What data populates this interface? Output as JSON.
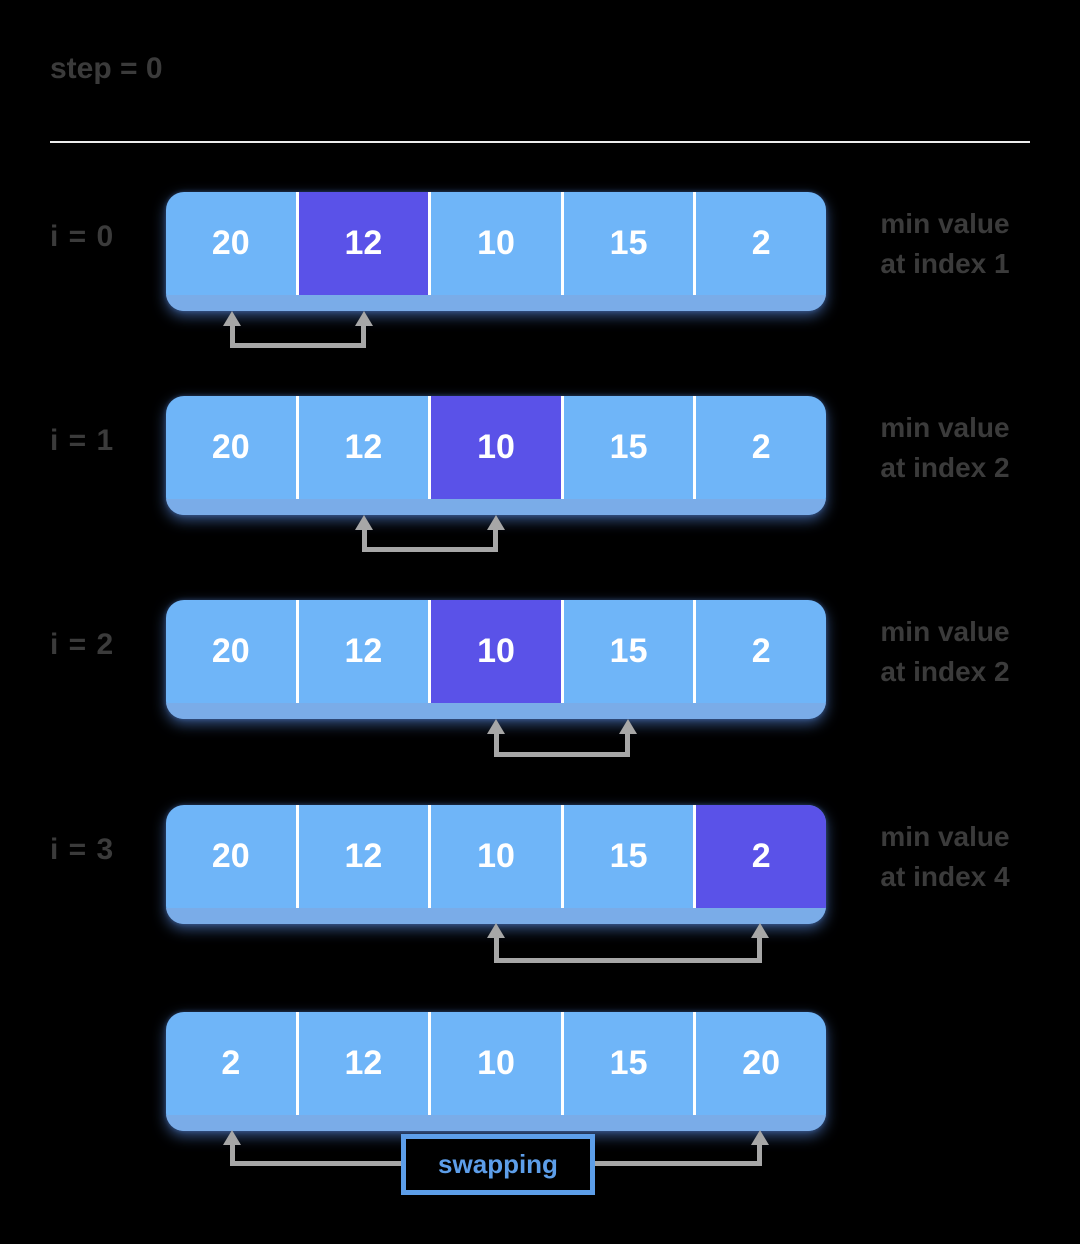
{
  "title": "step = 0",
  "colors": {
    "background": "#000000",
    "cell_blue": "#6fb5f8",
    "cell_highlight": "#5a52e8",
    "lip_blue": "#7aace8",
    "arrow_gray": "#a7a7a7",
    "text_dark": "#3b3b3b",
    "cell_text": "#ffffff",
    "swap_blue": "#5d9ee9",
    "divider_line": "#ededed"
  },
  "rows": [
    {
      "label": "i = 0",
      "cells": [
        "20",
        "12",
        "10",
        "15",
        "2"
      ],
      "highlight_index": 1,
      "note": [
        "min value",
        "at index 1"
      ]
    },
    {
      "label": "i = 1",
      "cells": [
        "20",
        "12",
        "10",
        "15",
        "2"
      ],
      "highlight_index": 2,
      "note": [
        "min value",
        "at index 2"
      ]
    },
    {
      "label": "i = 2",
      "cells": [
        "20",
        "12",
        "10",
        "15",
        "2"
      ],
      "highlight_index": 2,
      "note": [
        "min value",
        "at index 2"
      ]
    },
    {
      "label": "i = 3",
      "cells": [
        "20",
        "12",
        "10",
        "15",
        "2"
      ],
      "highlight_index": 4,
      "note": [
        "min value",
        "at index 4"
      ]
    },
    {
      "cells": [
        "2",
        "12",
        "10",
        "15",
        "20"
      ],
      "highlight_index": -1,
      "swap_label": "swapping"
    }
  ]
}
